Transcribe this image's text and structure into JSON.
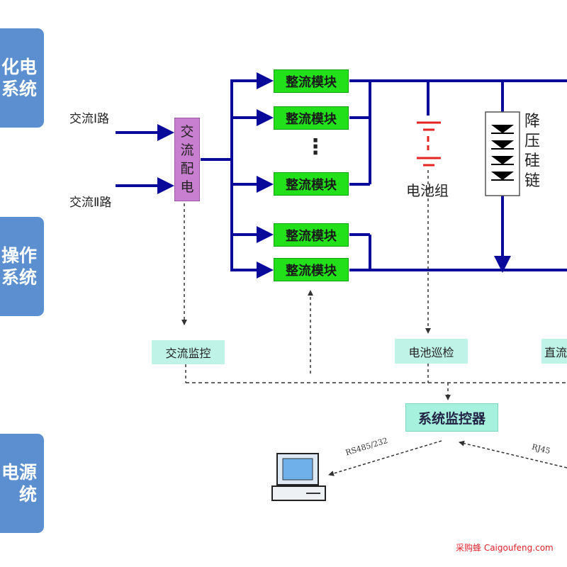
{
  "side_panels": [
    {
      "line1": "化电",
      "line2": "系统"
    },
    {
      "line1": "操作",
      "line2": "系统"
    },
    {
      "line1": "电源",
      "line2": "统"
    }
  ],
  "inputs": {
    "ac1": "交流Ⅰ路",
    "ac2": "交流Ⅱ路"
  },
  "ac_distribution": [
    "交",
    "流",
    "配",
    "电"
  ],
  "rectifier_label": "整流模块",
  "ellipsis": "⋮",
  "battery_label": "电池组",
  "dropper_label": [
    "降",
    "压",
    "硅",
    "链"
  ],
  "monitors": {
    "ac": "交流监控",
    "battery": "电池巡检",
    "dc": "直流"
  },
  "system_monitor": "系统监控器",
  "ports": {
    "left": "RS485/232",
    "right": "RJ45"
  },
  "watermark": "采购蜂 Caigoufeng.com",
  "colors": {
    "bus": "#0a0a9a",
    "rectifier": "#22e01a",
    "ac_box": "#c97fd0",
    "monitor": "#bff3e7",
    "side_panel": "#5b8fcf",
    "battery": "#e52521"
  }
}
